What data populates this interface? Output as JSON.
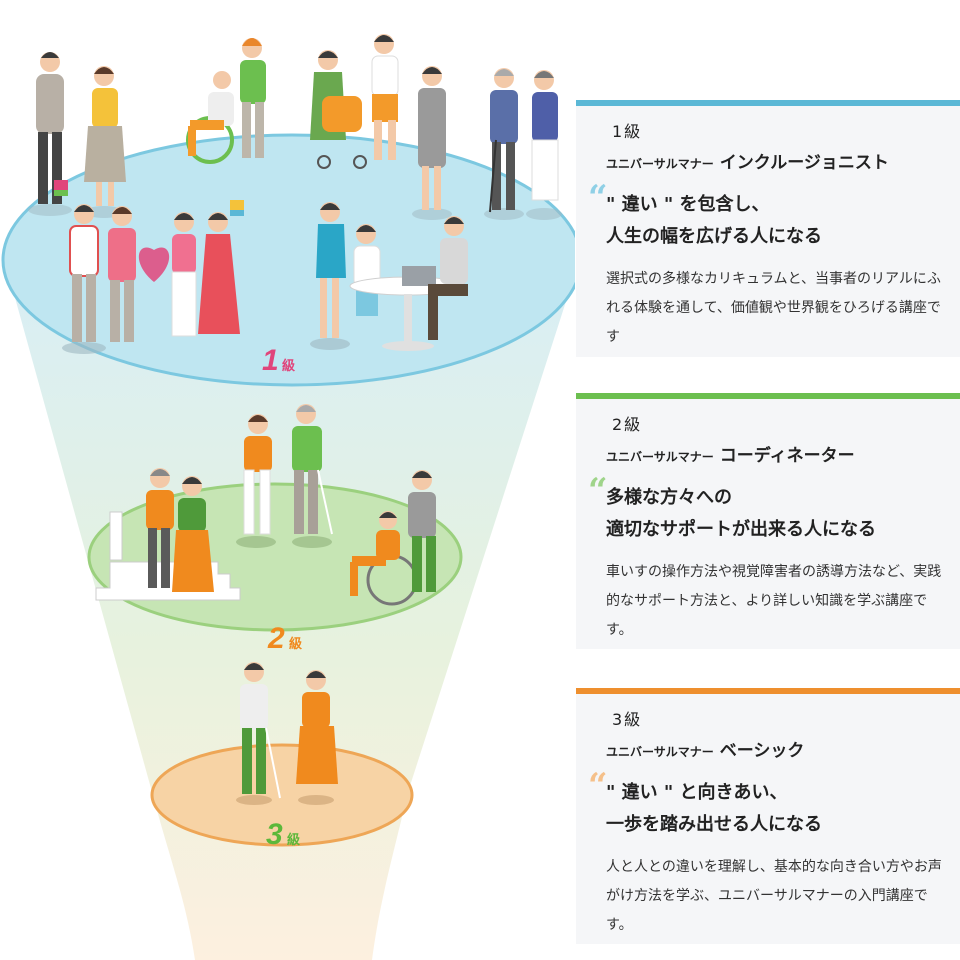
{
  "levels": [
    {
      "id": "level1",
      "funnel_label": "1級",
      "funnel_number": "1",
      "funnel_unit": "級",
      "panel_level": "1級",
      "course_prefix": "ユニバーサルマナー",
      "course_name": "インクルージョニスト",
      "headline_line1": "\" 違い \" を包含し、",
      "headline_line2": "人生の幅を広げる人になる",
      "description": "選択式の多様なカリキュラムと、当事者のリアルにふれる体験を通して、価値観や世界観をひろげる講座です",
      "accent_color": "#5bb8d6",
      "quote_color": "#8fd0e6",
      "number_color": "#e0457b"
    },
    {
      "id": "level2",
      "funnel_label": "2級",
      "funnel_number": "2",
      "funnel_unit": "級",
      "panel_level": "2級",
      "course_prefix": "ユニバーサルマナー",
      "course_name": "コーディネーター",
      "headline_line1": "多様な方々への",
      "headline_line2": "適切なサポートが出来る人になる",
      "description": "車いすの操作方法や視覚障害者の誘導方法など、実践的なサポート方法と、より詳しい知識を学ぶ講座です。",
      "accent_color": "#6cbf4f",
      "quote_color": "#9fd48a",
      "number_color": "#f08a1e"
    },
    {
      "id": "level3",
      "funnel_label": "3級",
      "funnel_number": "3",
      "funnel_unit": "級",
      "panel_level": "3級",
      "course_prefix": "ユニバーサルマナー",
      "course_name": "ベーシック",
      "headline_line1": "\" 違い \" と向きあい、",
      "headline_line2": "一歩を踏み出せる人になる",
      "description": "人と人との違いを理解し、基本的な向き合い方やお声がけ方法を学ぶ、ユニバーサルマナーの入門講座です。",
      "accent_color": "#ee8f2e",
      "quote_color": "#f5c08a",
      "number_color": "#5cb83a"
    }
  ],
  "quote_glyph": "“",
  "colors": {
    "disc1_fill": "#bfe6f1",
    "disc1_stroke": "#7cc8e0",
    "disc2_fill": "#c6e5b4",
    "disc2_stroke": "#9bd07e",
    "disc3_fill": "#f7d3a5",
    "disc3_stroke": "#eea656",
    "cone_top": "#d8eef6",
    "cone_mid": "#e6f1dd",
    "cone_bottom": "#fbe6cc"
  }
}
